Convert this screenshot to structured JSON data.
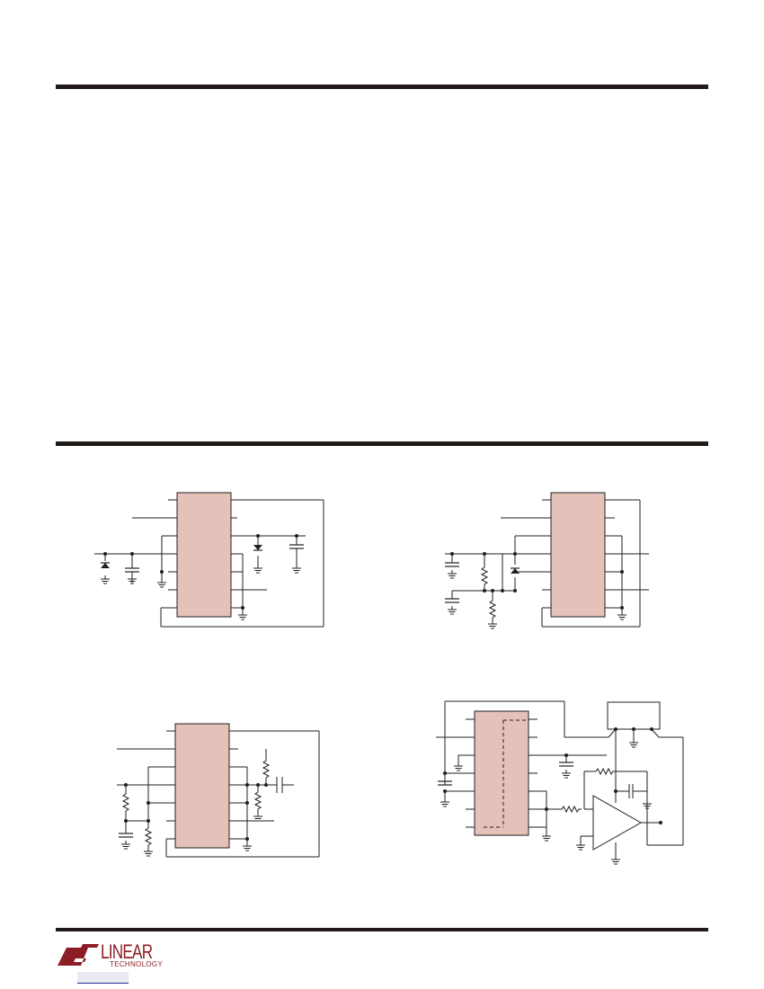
{
  "page": {
    "colors": {
      "ic_fill": "#e4c1b9",
      "line": "#231f20",
      "rule": "#1f1a17",
      "brand": "#8b1e25",
      "link": "#2a2aa0"
    }
  },
  "figures": [
    {
      "id": "circuit-top-left",
      "icon": "schematic"
    },
    {
      "id": "circuit-top-right",
      "icon": "schematic"
    },
    {
      "id": "circuit-bottom-left",
      "icon": "schematic"
    },
    {
      "id": "circuit-bottom-right",
      "icon": "schematic"
    }
  ],
  "footer": {
    "logo_word": "LINEAR",
    "logo_sub": "TECHNOLOGY",
    "page_link": ""
  }
}
